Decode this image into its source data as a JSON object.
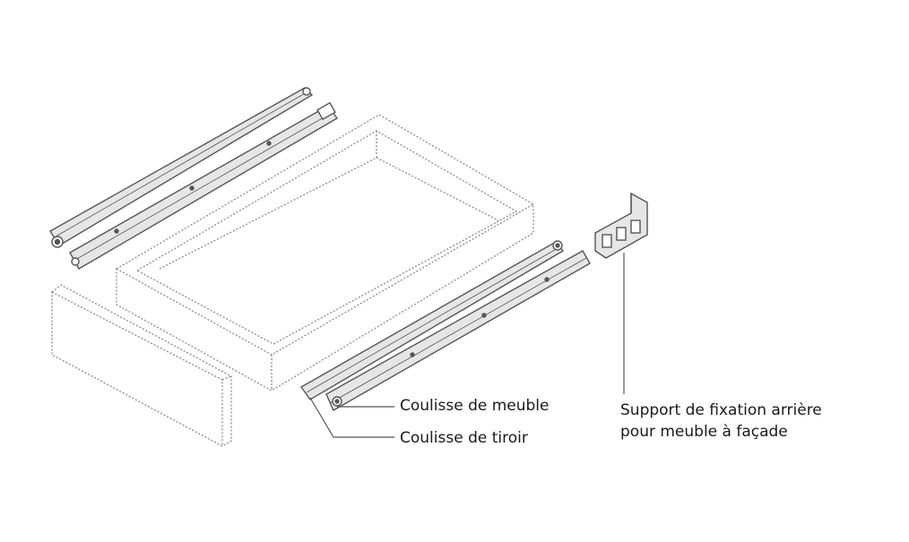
{
  "labels": {
    "cabinet_slide": "Coulisse de meuble",
    "drawer_slide": "Coulisse de tiroir",
    "rear_support_line1": "Support de fixation arrière",
    "rear_support_line2": "pour meuble à façade"
  },
  "colors": {
    "outline": "#555555",
    "dotted": "#8a8a8a",
    "rail_fill": "#e6e6e6",
    "background": "#ffffff"
  }
}
